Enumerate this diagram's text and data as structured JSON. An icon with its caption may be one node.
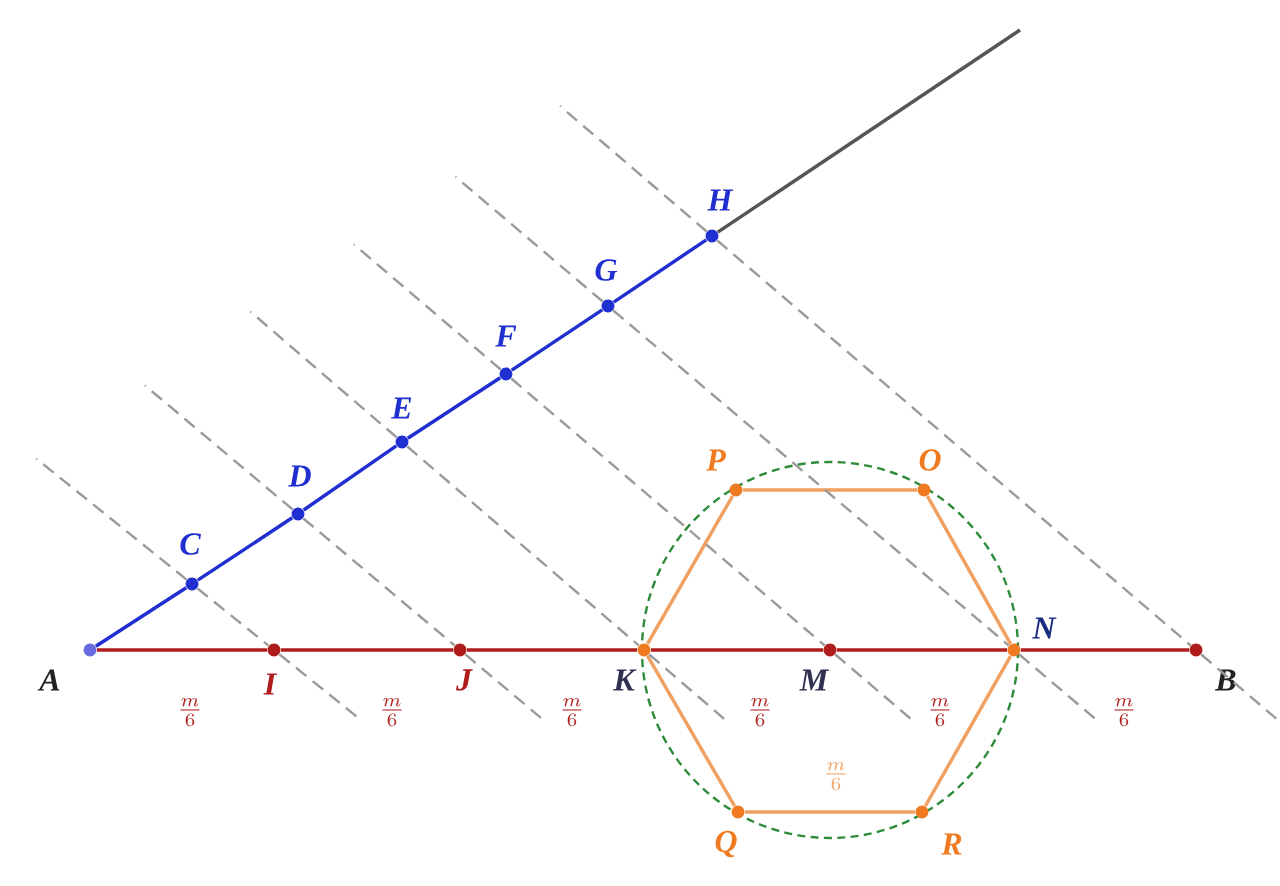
{
  "diagram": {
    "nodes": [
      {
        "text": [
          "A"
        ]
      },
      {
        "text": [
          "C"
        ]
      },
      {
        "text": [
          "D"
        ]
      },
      {
        "text": [
          "E"
        ]
      },
      {
        "text": [
          "F"
        ]
      },
      {
        "text": [
          "G"
        ]
      },
      {
        "text": [
          "H"
        ]
      },
      {
        "text": [
          "I"
        ]
      },
      {
        "text": [
          "J"
        ]
      },
      {
        "text": [
          "K"
        ]
      },
      {
        "text": [
          "M"
        ]
      },
      {
        "text": [
          "N"
        ]
      },
      {
        "text": [
          "B"
        ]
      },
      {
        "text": [
          "P"
        ]
      },
      {
        "text": [
          "O"
        ]
      },
      {
        "text": [
          "Q"
        ]
      },
      {
        "text": [
          "R"
        ]
      }
    ],
    "edges": [
      {
        "from": 0,
        "to": 1,
        "arrow": "none",
        "color": "#1f2fd0"
      },
      {
        "from": 1,
        "to": 2,
        "arrow": "none",
        "color": "#1f2fd0"
      },
      {
        "from": 2,
        "to": 3,
        "arrow": "none",
        "color": "#1f2fd0"
      },
      {
        "from": 3,
        "to": 4,
        "arrow": "none",
        "color": "#1f2fd0"
      },
      {
        "from": 4,
        "to": 5,
        "arrow": "none",
        "color": "#1f2fd0"
      },
      {
        "from": 5,
        "to": 6,
        "arrow": "none",
        "color": "#1f2fd0"
      },
      {
        "from": 6,
        "to": null,
        "arrow": "none",
        "color": "#555555"
      },
      {
        "from": 0,
        "to": 7,
        "arrow": "none",
        "color": "#b01c1c",
        "label": "\\frac{m}{6}"
      },
      {
        "from": 7,
        "to": 8,
        "arrow": "none",
        "color": "#b01c1c",
        "label": "\\frac{m}{6}"
      },
      {
        "from": 8,
        "to": 9,
        "arrow": "none",
        "color": "#b01c1c",
        "label": "\\frac{m}{6}"
      },
      {
        "from": 9,
        "to": 10,
        "arrow": "none",
        "color": "#b01c1c",
        "label": "\\frac{m}{6}"
      },
      {
        "from": 10,
        "to": 11,
        "arrow": "none",
        "color": "#b01c1c",
        "label": "\\frac{m}{6}"
      },
      {
        "from": 11,
        "to": 12,
        "arrow": "none",
        "color": "#b01c1c",
        "label": "\\frac{m}{6}"
      },
      {
        "from": 9,
        "to": 13,
        "arrow": "none",
        "color": "#f0a060"
      },
      {
        "from": 13,
        "to": 14,
        "arrow": "none",
        "color": "#f0a060"
      },
      {
        "from": 14,
        "to": 11,
        "arrow": "none",
        "color": "#f0a060"
      },
      {
        "from": 11,
        "to": 16,
        "arrow": "none",
        "color": "#f0a060"
      },
      {
        "from": 16,
        "to": 15,
        "arrow": "none",
        "color": "#f0a060",
        "label": "\\frac{m}{6}"
      },
      {
        "from": 15,
        "to": 9,
        "arrow": "none",
        "color": "#f0a060"
      },
      {
        "from": 1,
        "to": 7,
        "arrow": "none",
        "style": "dashed",
        "color": "#9a9a9a"
      },
      {
        "from": 2,
        "to": 8,
        "arrow": "none",
        "style": "dashed",
        "color": "#9a9a9a"
      },
      {
        "from": 3,
        "to": 9,
        "arrow": "none",
        "style": "dashed",
        "color": "#9a9a9a"
      },
      {
        "from": 4,
        "to": 10,
        "arrow": "none",
        "style": "dashed",
        "color": "#9a9a9a"
      },
      {
        "from": 5,
        "to": 11,
        "arrow": "none",
        "style": "dashed",
        "color": "#9a9a9a"
      },
      {
        "from": 6,
        "to": 12,
        "arrow": "none",
        "style": "dashed",
        "color": "#9a9a9a"
      }
    ]
  }
}
